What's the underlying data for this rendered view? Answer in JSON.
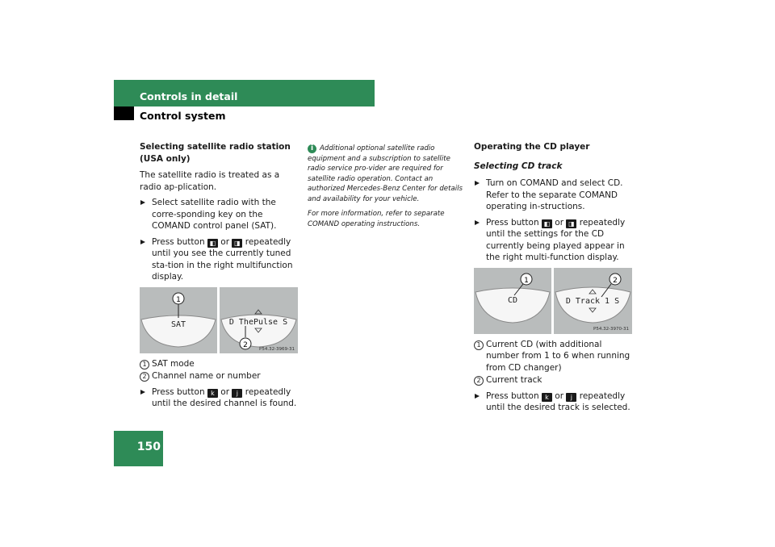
{
  "header": {
    "section": "Controls in detail",
    "subsection": "Control system"
  },
  "page_number": "150",
  "col1": {
    "heading_line1": "Selecting satellite radio station",
    "heading_line2": "(USA only)",
    "intro": "The satellite radio is treated as a radio ap-plication.",
    "bullet1": "Select satellite radio with the corre-sponding key on the COMAND control panel (SAT).",
    "bullet2_pre": "Press button",
    "bullet2_mid": "or",
    "bullet2_post": "repeatedly until you see the currently tuned sta-tion in the right multifunction display.",
    "figure": {
      "left_text": "SAT",
      "right_text": "D ThePulse S",
      "code": "P54.32-3969-31"
    },
    "legend": [
      {
        "num": "1",
        "text": "SAT mode"
      },
      {
        "num": "2",
        "text": "Channel name or number"
      }
    ],
    "bullet3_pre": "Press button",
    "bullet3_mid": "or",
    "bullet3_post": "repeatedly until the desired channel is found."
  },
  "col2": {
    "info_p1": "Additional optional satellite radio equipment and a subscription to satellite radio service pro-vider are required for satellite radio operation. Contact an authorized Mercedes-Benz Center for details and availability for your vehicle.",
    "info_p2": "For more information, refer to separate COMAND operating instructions."
  },
  "col3": {
    "heading": "Operating the CD player",
    "subheading": "Selecting CD track",
    "bullet1": "Turn on COMAND and select CD. Refer to the separate COMAND operating in-structions.",
    "bullet2_pre": "Press button",
    "bullet2_mid": "or",
    "bullet2_post": "repeatedly until the settings for the CD currently being played appear in the right multi-function display.",
    "figure": {
      "left_text": "CD",
      "right_text": "D Track 1 S",
      "code": "P54.32-3970-31"
    },
    "legend": [
      {
        "num": "1",
        "text": "Current CD (with additional number from 1 to 6 when running from CD changer)"
      },
      {
        "num": "2",
        "text": "Current track"
      }
    ],
    "bullet3_pre": "Press button",
    "bullet3_mid": "or",
    "bullet3_post": "repeatedly until the desired track is selected."
  },
  "icons": {
    "info": "i",
    "btn_left_display": "◧",
    "btn_right_display": "◨",
    "btn_up": "k",
    "btn_down": "j",
    "callout1": "1",
    "callout2": "2"
  }
}
